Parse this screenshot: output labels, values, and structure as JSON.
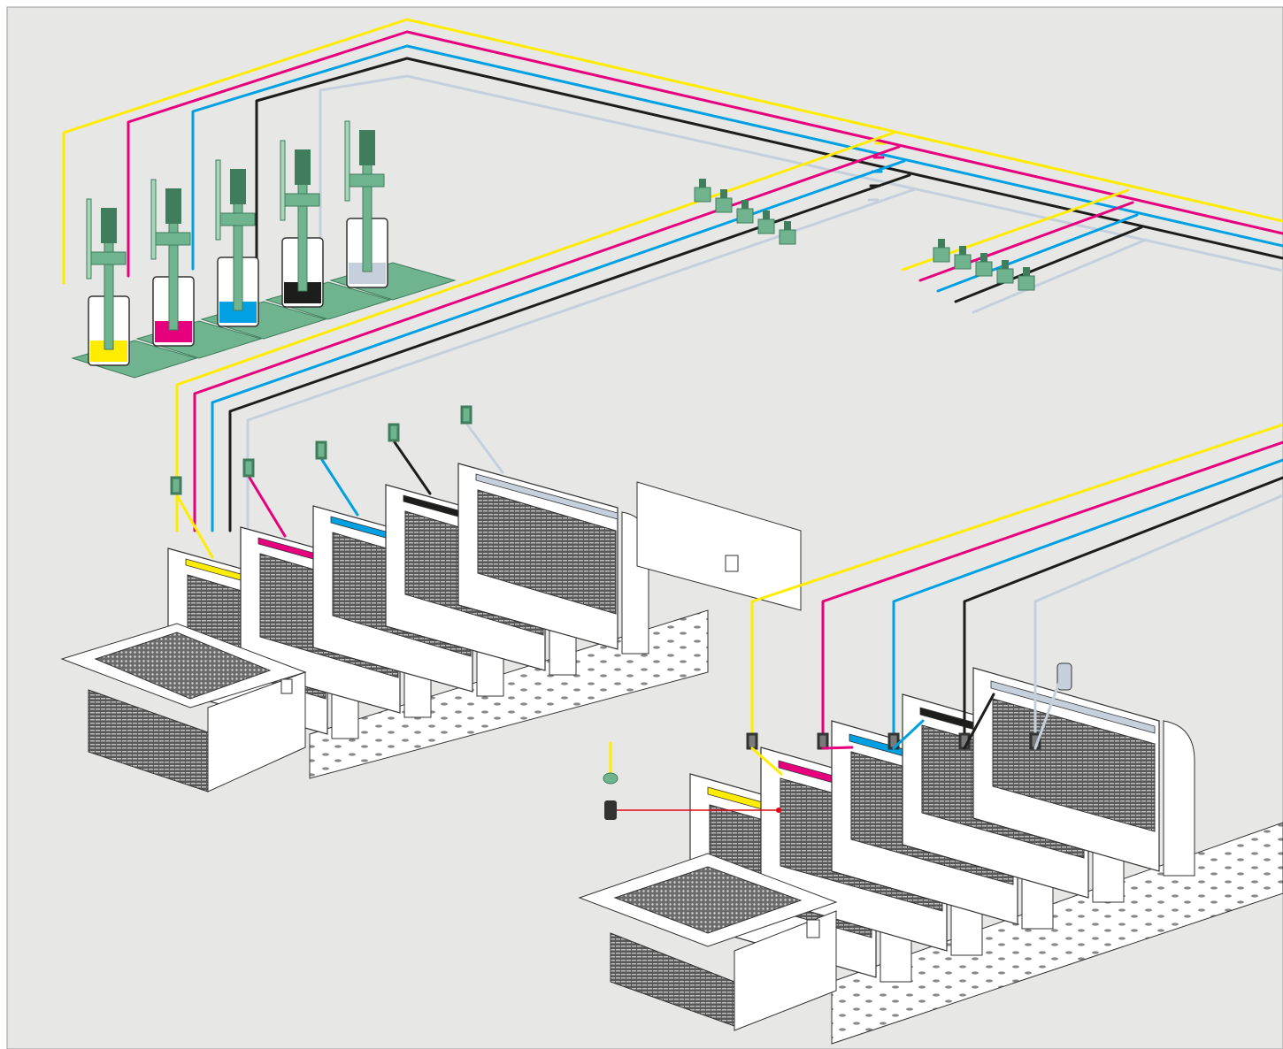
{
  "diagram": {
    "subject": "",
    "ink_colors": [
      {
        "name": "yellow",
        "hex": "#ffec00"
      },
      {
        "name": "magenta",
        "hex": "#e6007e"
      },
      {
        "name": "cyan",
        "hex": "#00a0e3"
      },
      {
        "name": "black",
        "hex": "#1d1d1b"
      },
      {
        "name": "varnish",
        "hex": "#c5d0dc"
      }
    ],
    "background_color": "#e7e8e6",
    "equipment_color": "#6fb48f",
    "machine_color": "#ffffff",
    "sensor_line_color": "#e30613",
    "ink_supply_units": 5,
    "press_1_printing_units": 5,
    "press_2_printing_units": 5
  }
}
